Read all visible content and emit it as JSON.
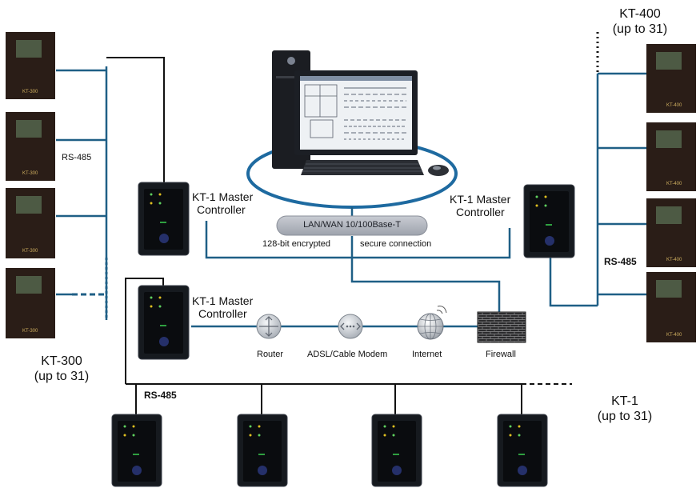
{
  "labels": {
    "kt400_title": "KT-400",
    "kt400_count": "(up to 31)",
    "kt300_title": "KT-300",
    "kt300_count": "(up to 31)",
    "kt1_title": "KT-1",
    "kt1_count": "(up to 31)",
    "rs485_left": "RS-485",
    "rs485_right": "RS-485",
    "rs485_bottom": "RS-485",
    "master_line1": "KT-1 Master",
    "master_line2": "Controller",
    "lan": "LAN/WAN  10/100Base-T",
    "encrypted": "128-bit encrypted",
    "secure": "secure connection",
    "router": "Router",
    "modem": "ADSL/Cable Modem",
    "internet": "Internet",
    "firewall": "Firewall",
    "panel_brand": "KT-400",
    "panel_brand_300": "KT-300"
  },
  "colors": {
    "link": "#1f5f86",
    "black_wire": "#111111",
    "ellipse": "#1e6aa0",
    "controller": "#161a1f",
    "panel": "#2a1d17"
  }
}
